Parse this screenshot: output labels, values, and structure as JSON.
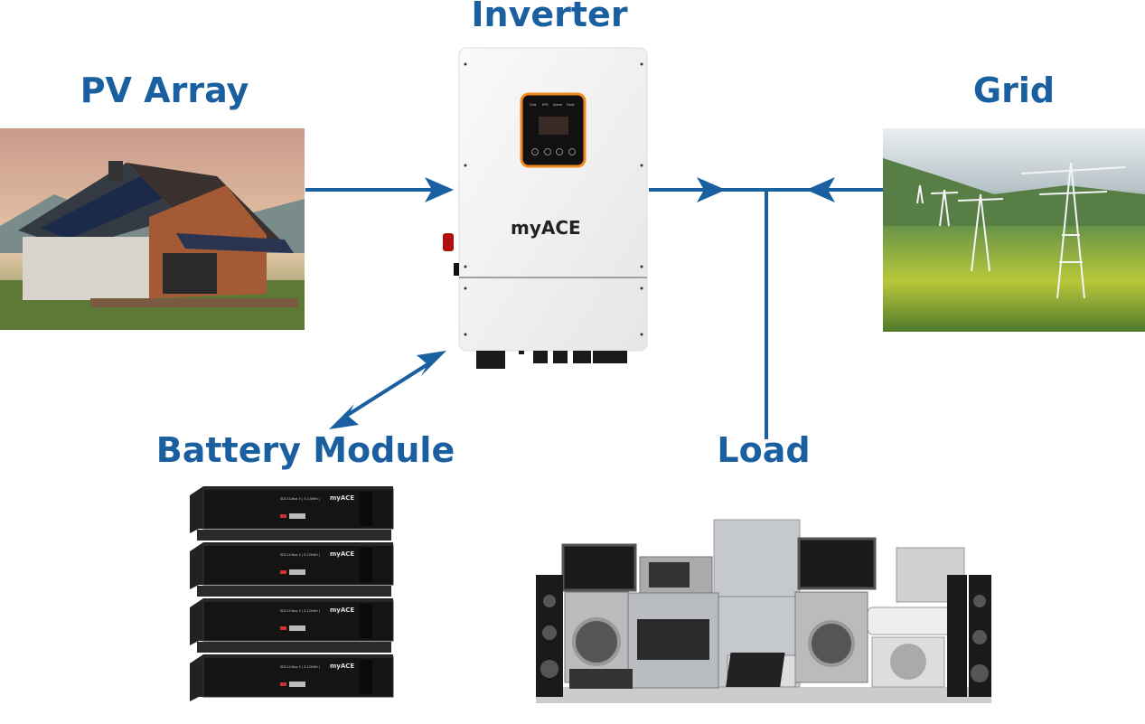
{
  "labels": {
    "inverter": "Inverter",
    "pv_array": "PV Array",
    "grid": "Grid",
    "battery": "Battery Module",
    "load": "Load"
  },
  "inverter": {
    "brand": "myACE",
    "indicators": [
      "Grid",
      "EPS",
      "Alarm",
      "Fault"
    ],
    "display_color": "#f08a1c"
  },
  "battery": {
    "brand": "myACE",
    "model": "SDC10-Box 5 | 5.12kWh |",
    "modules": 4
  },
  "colors": {
    "accent": "#1a5fa0"
  }
}
